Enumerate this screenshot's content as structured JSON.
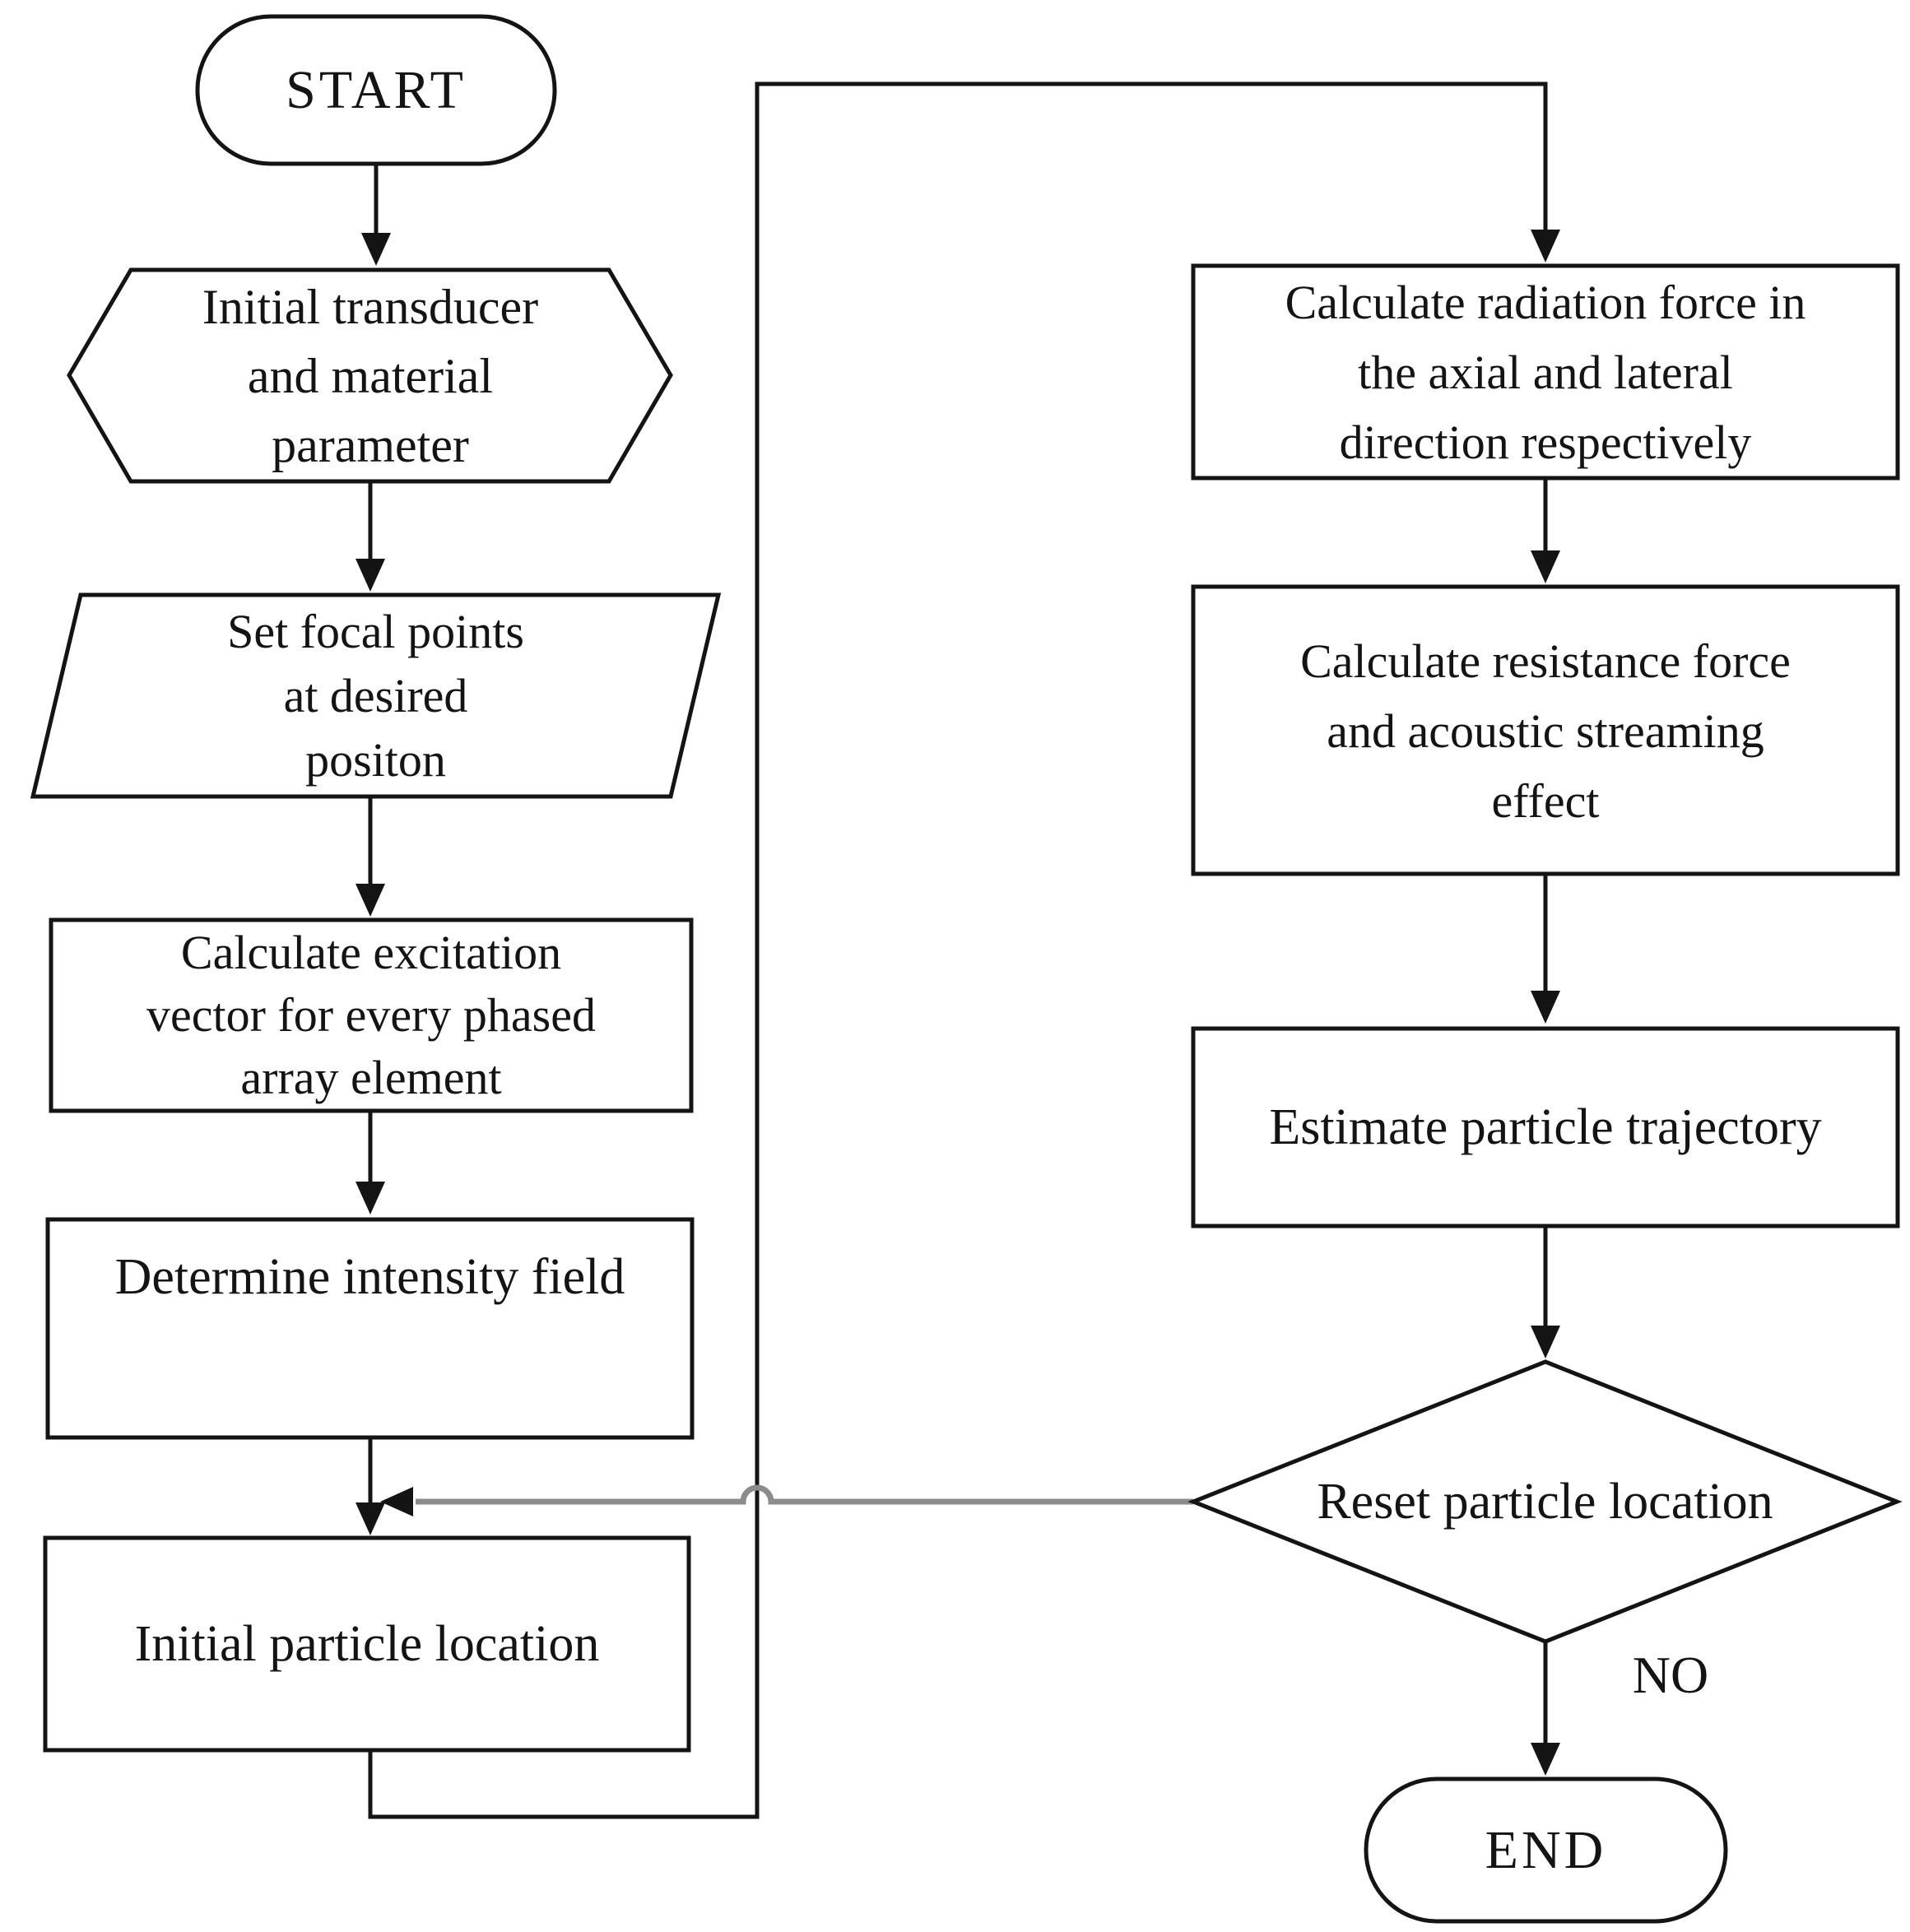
{
  "figure": {
    "type": "flowchart",
    "background_color": "#ffffff",
    "line_color": "#141414",
    "feedback_line_color": "#8c8c8c",
    "text_color": "#141414"
  },
  "nodes": {
    "start": {
      "label": "START",
      "shape": "stadium"
    },
    "init_params": {
      "label": "Initial transducer\nand material\nparameter",
      "shape": "hexagon"
    },
    "set_focal": {
      "label": "Set focal points\nat desired\npositon",
      "shape": "parallelogram"
    },
    "calc_excitation": {
      "label": "Calculate excitation\nvector for every phased\narray element",
      "shape": "rectangle"
    },
    "determine_intensity": {
      "label": "Determine intensity field",
      "shape": "rectangle"
    },
    "init_particle": {
      "label": "Initial particle location",
      "shape": "rectangle"
    },
    "calc_radiation": {
      "label": "Calculate radiation force in\nthe axial and lateral\ndirection respectively",
      "shape": "rectangle"
    },
    "calc_resistance": {
      "label": "Calculate resistance force\nand acoustic streaming\neffect",
      "shape": "rectangle"
    },
    "estimate_trajectory": {
      "label": "Estimate particle trajectory",
      "shape": "rectangle"
    },
    "reset_particle": {
      "label": "Reset particle location",
      "shape": "diamond"
    },
    "end": {
      "label": "END",
      "shape": "stadium"
    }
  },
  "edges": {
    "no_branch_label": "NO"
  }
}
